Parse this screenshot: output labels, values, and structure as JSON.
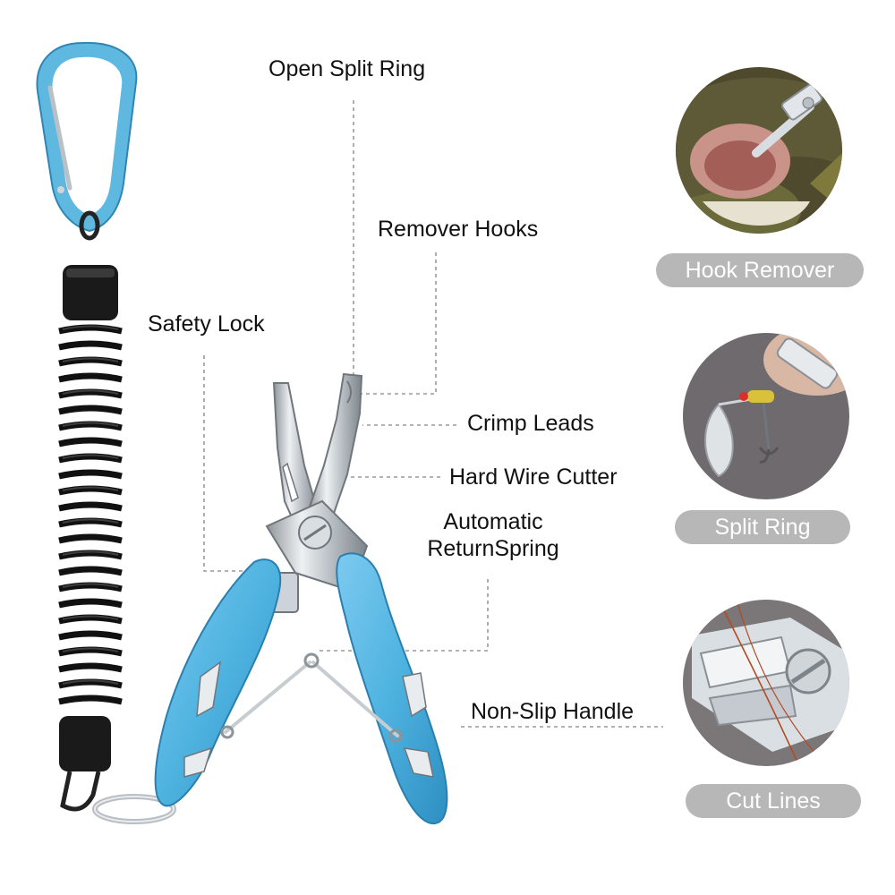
{
  "callouts": {
    "open_split_ring": "Open Split Ring",
    "remover_hooks": "Remover Hooks",
    "safety_lock": "Safety Lock",
    "crimp_leads": "Crimp Leads",
    "hard_wire_cutter": "Hard Wire Cutter",
    "automatic_return_line1": "Automatic",
    "automatic_return_line2": "ReturnSpring",
    "non_slip_handle": "Non-Slip Handle"
  },
  "uses": [
    {
      "label": "Hook Remover",
      "icon": "fish-mouth-hook-removal-photo"
    },
    {
      "label": "Split Ring",
      "icon": "spinner-lure-split-ring-photo"
    },
    {
      "label": "Cut Lines",
      "icon": "pliers-cutting-line-photo"
    }
  ],
  "colors": {
    "handle_blue": "#4fb3e0",
    "carabiner_blue": "#5fb8e0",
    "pill_gray": "#b7b7b7",
    "leader_gray": "#9a9a9a"
  }
}
